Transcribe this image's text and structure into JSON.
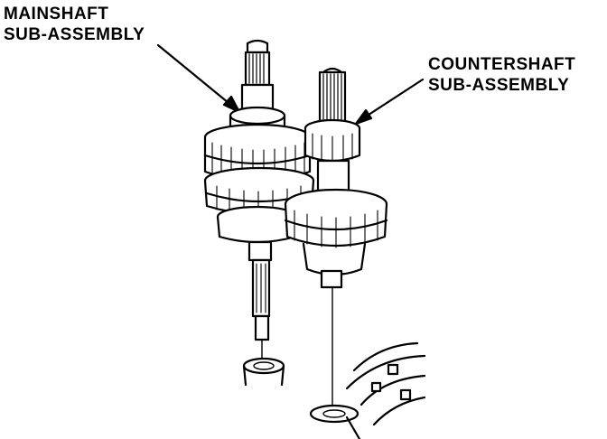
{
  "labels": {
    "mainshaft": [
      "MAINSHAFT",
      "SUB-ASSEMBLY"
    ],
    "countershaft": [
      "COUNTERSHAFT",
      "SUB-ASSEMBLY"
    ]
  },
  "colors": {
    "ink": "#000000",
    "paper": "#ffffff"
  }
}
